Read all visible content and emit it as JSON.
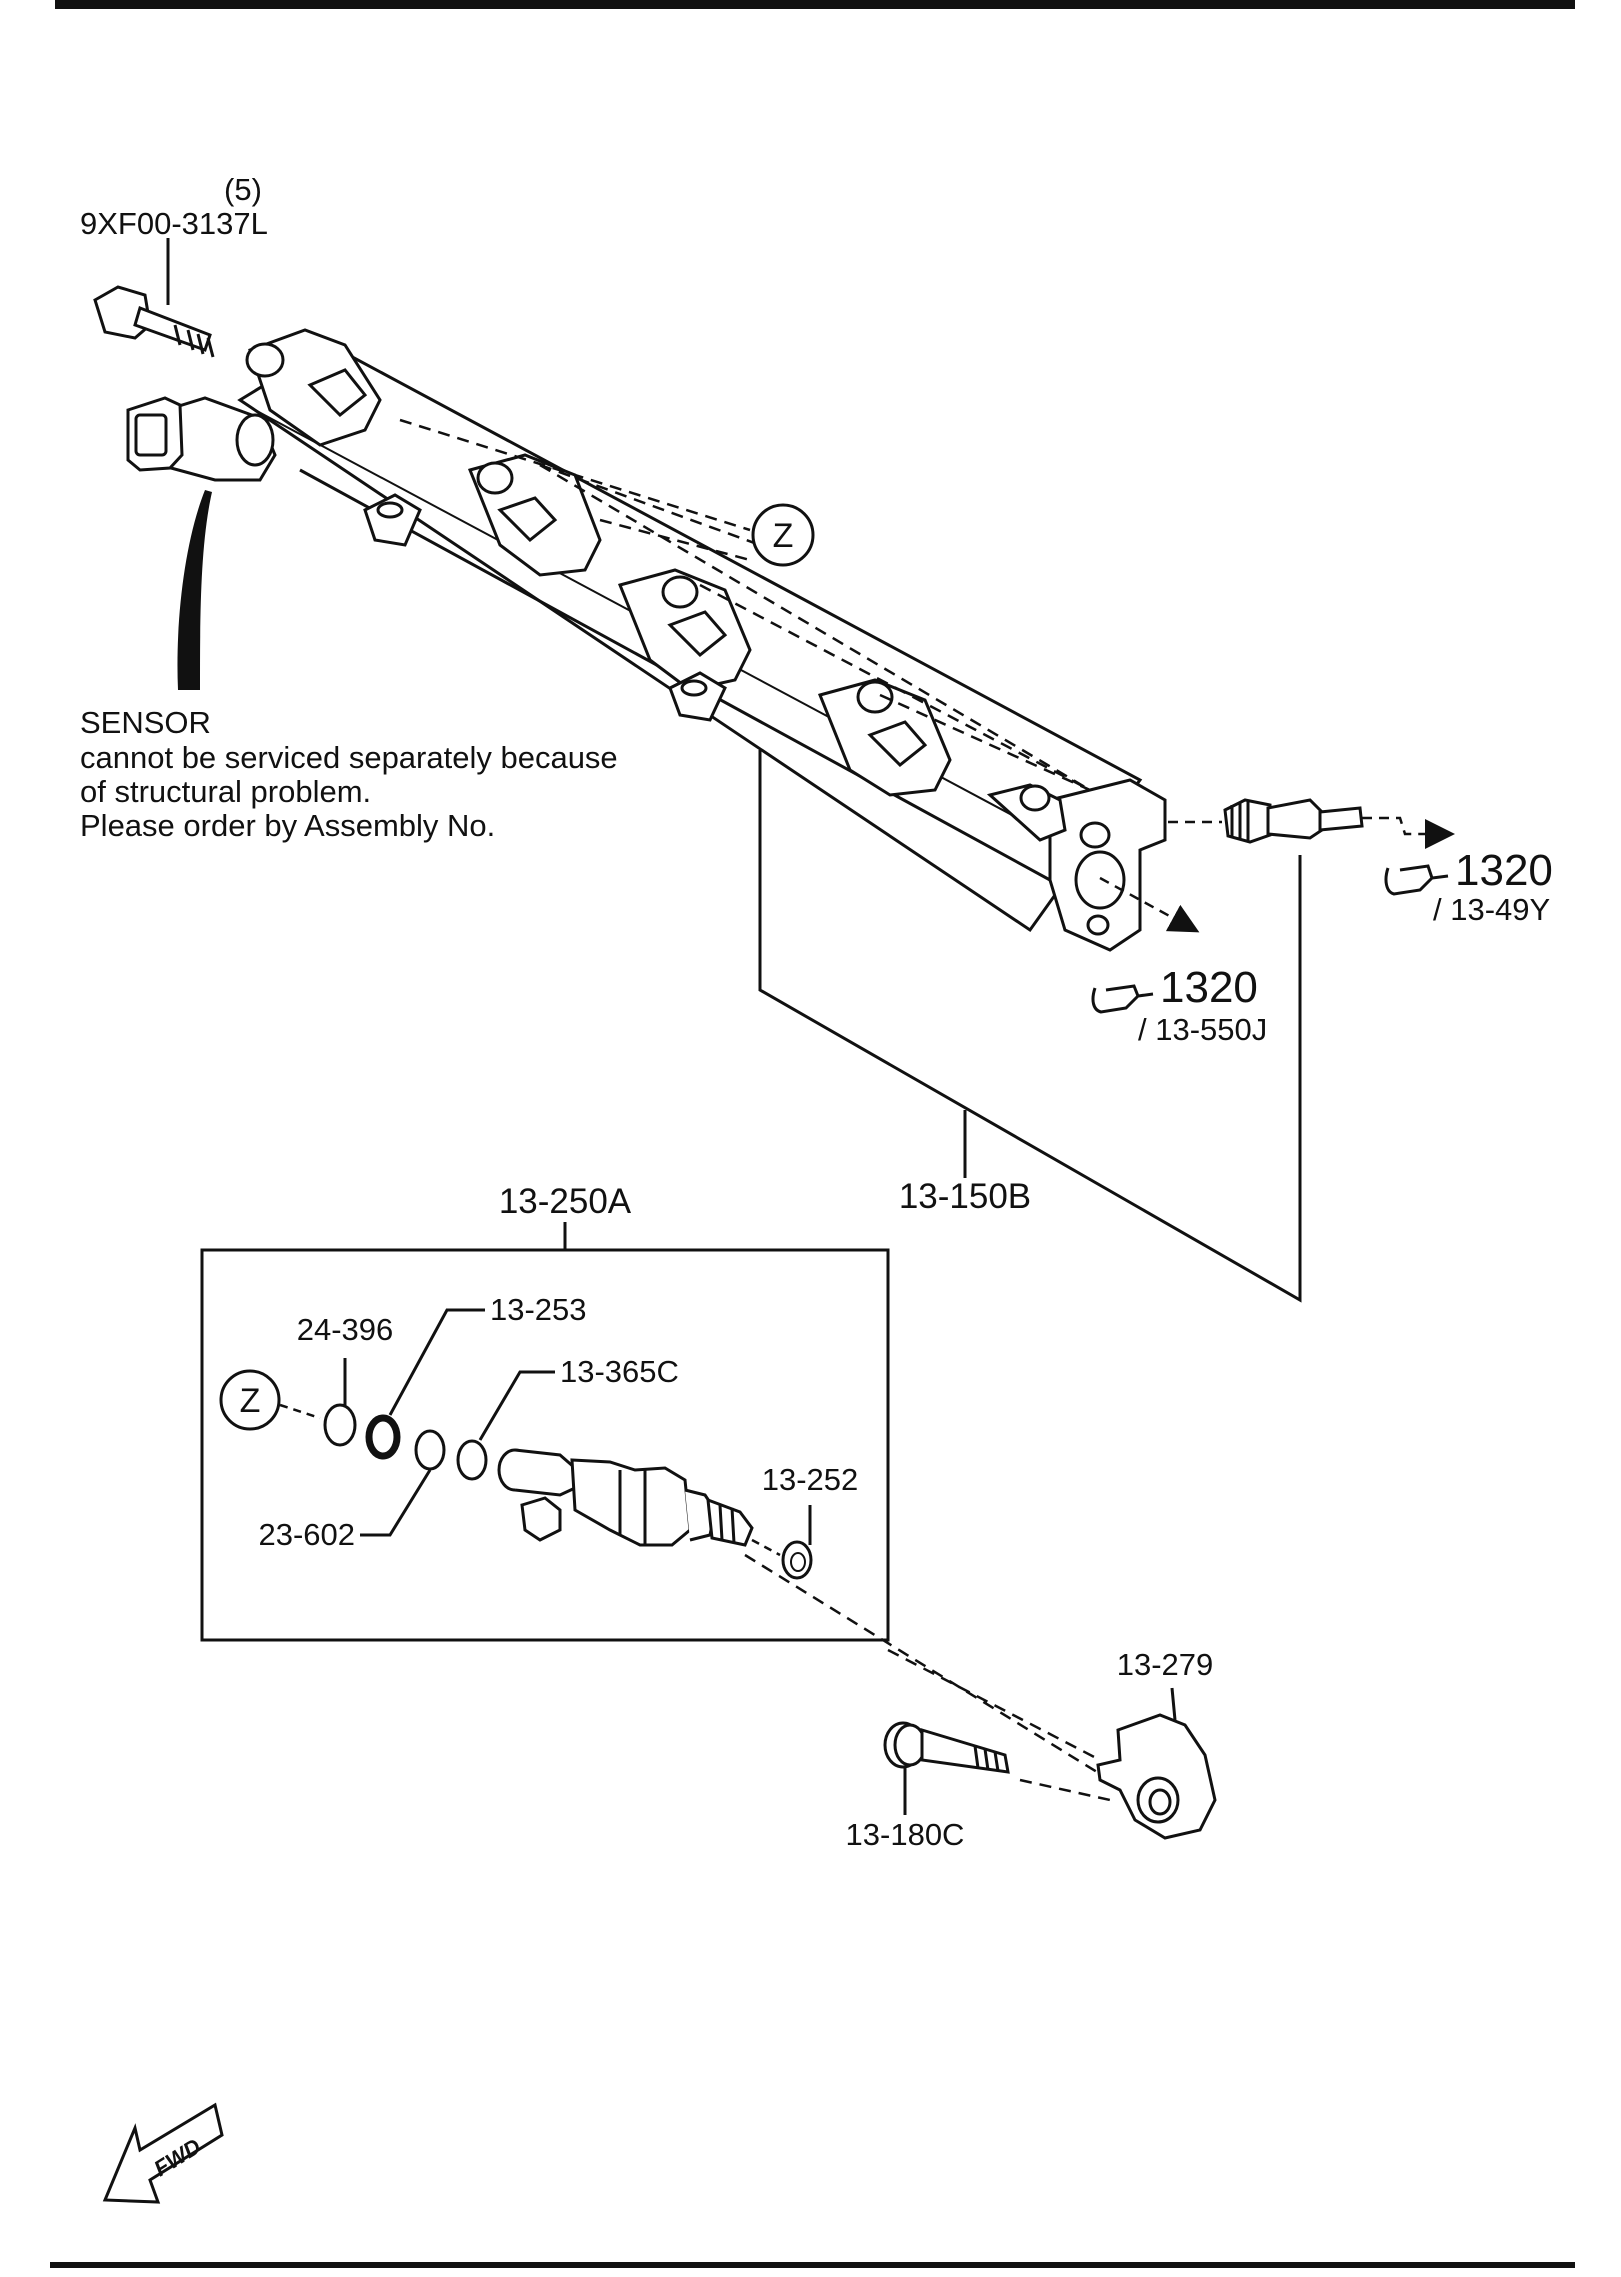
{
  "labels": {
    "bolt_qty": "(5)",
    "bolt_part": "9XF00-3137L",
    "sensor_title": "SENSOR",
    "sensor_note_1": "cannot be serviced separately because",
    "sensor_note_2": "of structural problem.",
    "sensor_note_3": "Please order by Assembly No.",
    "ref_z": "Z",
    "ref_fig_1": "1320",
    "ref_sub_1": "/ 13-49Y",
    "ref_fig_2": "1320",
    "ref_sub_2": "/ 13-550J",
    "fuel_rail": "13-150B",
    "injector_assy": "13-250A",
    "o_ring_upper": "13-253",
    "washer_24_396": "24-396",
    "seal_13_365c": "13-365C",
    "ring_23_602": "23-602",
    "insulator_13_252": "13-252",
    "bracket_13_279": "13-279",
    "bolt_13_180c": "13-180C",
    "fwd": "FWD"
  },
  "icons": {
    "reference": "pointing-hand-icon",
    "direction": "forward-arrow-icon"
  },
  "colors": {
    "line": "#111111",
    "background": "#ffffff"
  }
}
